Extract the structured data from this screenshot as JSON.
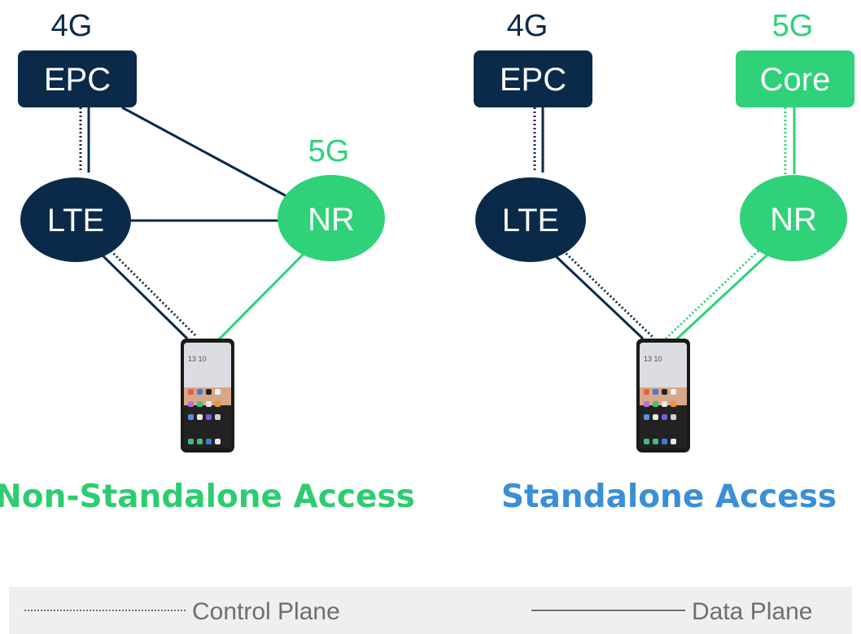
{
  "colors": {
    "navy": "#0b2a49",
    "green": "#2fd179",
    "title_green": "#2ecc71",
    "title_blue": "#3a8fd6",
    "legend_bg": "#efefef",
    "legend_text": "#6f6f6f"
  },
  "non_standalone": {
    "gen_4g": "4G",
    "gen_5g": "5G",
    "epc": "EPC",
    "lte": "LTE",
    "nr": "NR",
    "title": "Non-Standalone Access",
    "phone_time": "13 10"
  },
  "standalone": {
    "gen_4g": "4G",
    "gen_5g": "5G",
    "epc": "EPC",
    "core": "Core",
    "lte": "LTE",
    "nr": "NR",
    "title": "Standalone Access",
    "phone_time": "13 10"
  },
  "legend": {
    "control_plane": "Control Plane",
    "data_plane": "Data Plane"
  }
}
